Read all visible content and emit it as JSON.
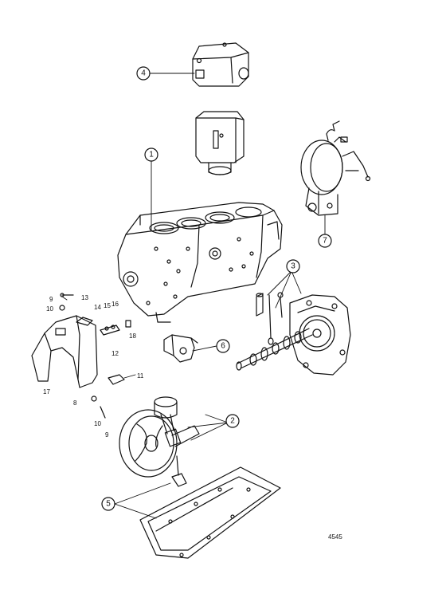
{
  "diagram": {
    "callouts": [
      {
        "id": "c1",
        "label": "1"
      },
      {
        "id": "c2",
        "label": "2"
      },
      {
        "id": "c3",
        "label": "3"
      },
      {
        "id": "c4",
        "label": "4"
      },
      {
        "id": "c5",
        "label": "5"
      },
      {
        "id": "c6",
        "label": "6"
      },
      {
        "id": "c7",
        "label": "7"
      }
    ],
    "small_labels": {
      "l9a": "9",
      "l10a": "10",
      "l13": "13",
      "l14": "14",
      "l15": "15",
      "l16": "16",
      "l12": "12",
      "l18": "18",
      "l11": "11",
      "l17": "17",
      "l8": "8",
      "l10b": "10",
      "l9b": "9"
    },
    "reference_number": "4545"
  },
  "colors": {
    "ink": "#111111",
    "paper": "#ffffff"
  }
}
